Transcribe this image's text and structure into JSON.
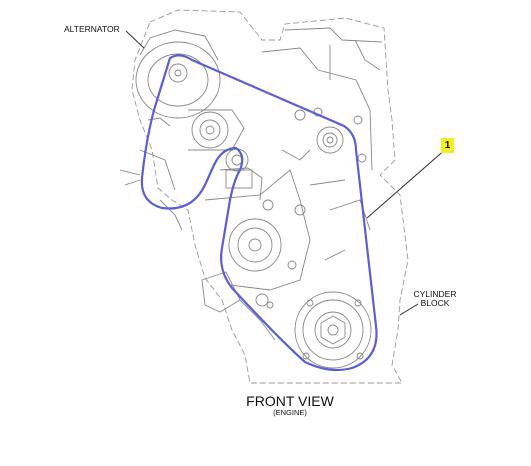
{
  "labels": {
    "alternator": "ALTERNATOR",
    "cylinder_block_line1": "CYLINDER",
    "cylinder_block_line2": "BLOCK",
    "callout_number": "1",
    "view_title": "FRONT VIEW",
    "view_subtitle": "(ENGINE)"
  },
  "colors": {
    "belt": "#5a5fd6",
    "outline": "#888888",
    "dashed": "#9a9a9a",
    "callout_highlight": "#f2ef2a",
    "text": "#111111"
  }
}
